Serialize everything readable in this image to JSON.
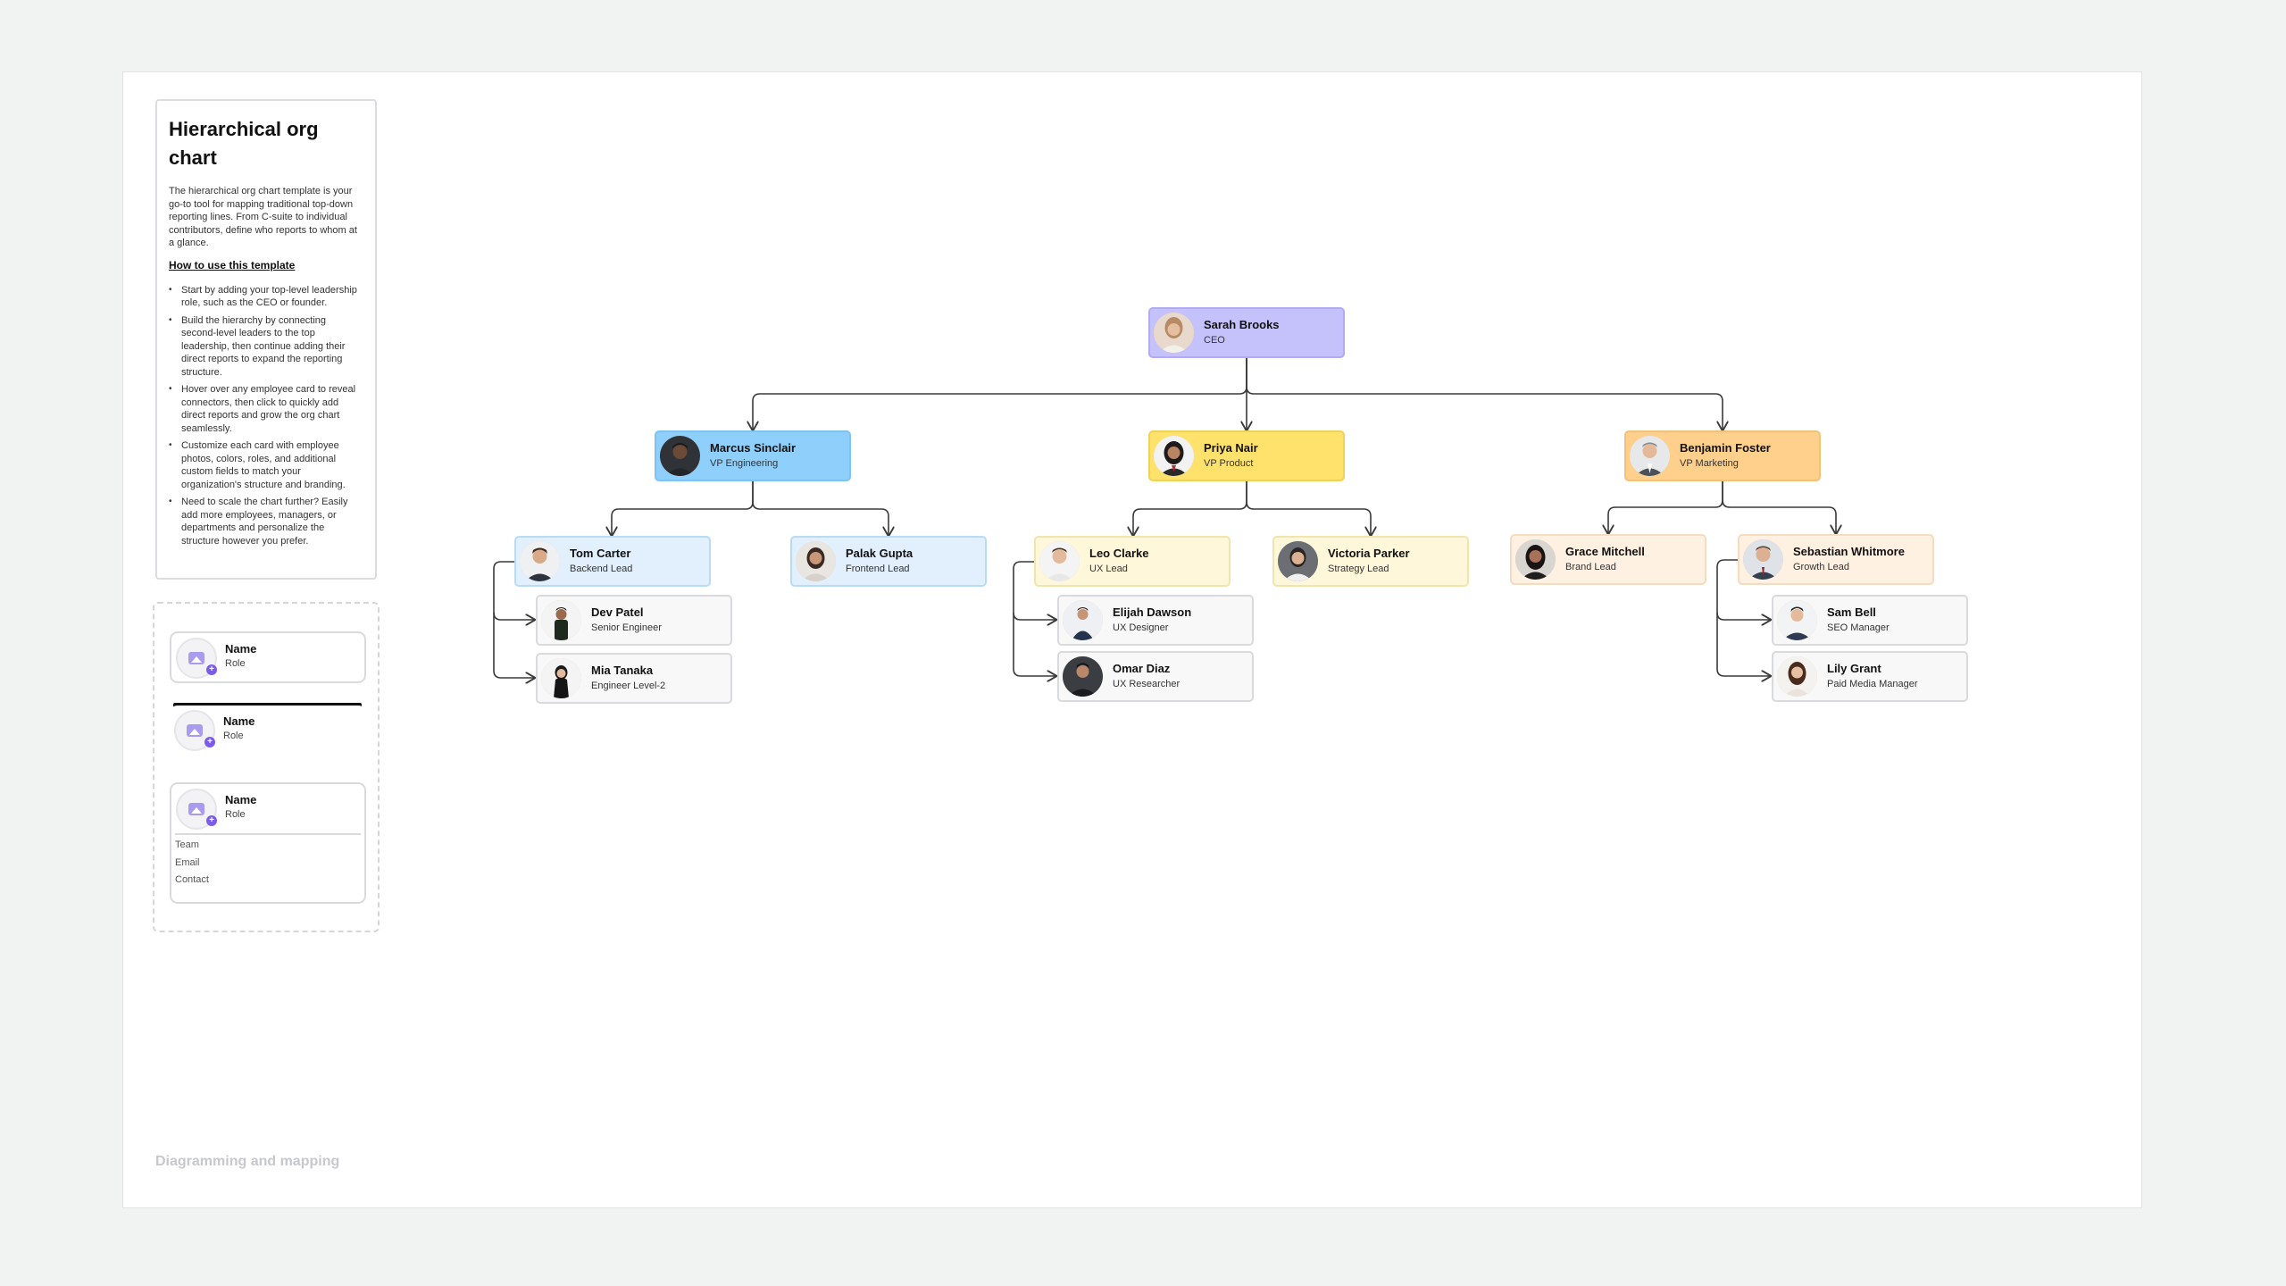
{
  "info_panel": {
    "title": "Hierarchical org chart",
    "description": "The hierarchical org chart template is your go-to tool for mapping traditional top-down reporting lines. From C-suite to individual contributors, define who reports to whom at a glance.",
    "howto_label": "How to use this template",
    "steps": [
      "Start by adding your top-level leadership role, such as the CEO or founder.",
      "Build the hierarchy by connecting second-level leaders to the top leadership, then continue adding their direct reports to expand the reporting structure.",
      "Hover over any employee card to reveal connectors, then click to quickly add direct reports and grow the org chart seamlessly.",
      "Customize each card with employee photos, colors, roles, and additional custom fields to match your organization's structure and branding.",
      "Need to scale the chart further? Easily add more employees, managers, or departments and personalize the structure however you prefer."
    ]
  },
  "legend": {
    "cards": [
      {
        "name": "Name",
        "role": "Role"
      },
      {
        "name": "Name",
        "role": "Role"
      },
      {
        "name": "Name",
        "role": "Role"
      }
    ],
    "fields": [
      "Team",
      "Email",
      "Contact"
    ]
  },
  "footer": {
    "label": "Diagramming and mapping"
  },
  "org": {
    "ceo": {
      "name": "Sarah Brooks",
      "role": "CEO"
    },
    "vps": [
      {
        "name": "Marcus Sinclair",
        "role": "VP Engineering"
      },
      {
        "name": "Priya Nair",
        "role": "VP Product"
      },
      {
        "name": "Benjamin Foster",
        "role": "VP Marketing"
      }
    ],
    "leads": [
      {
        "name": "Tom Carter",
        "role": "Backend Lead"
      },
      {
        "name": "Palak Gupta",
        "role": "Frontend Lead"
      },
      {
        "name": "Leo Clarke",
        "role": "UX Lead"
      },
      {
        "name": "Victoria Parker",
        "role": "Strategy Lead"
      },
      {
        "name": "Grace Mitchell",
        "role": "Brand Lead"
      },
      {
        "name": "Sebastian Whitmore",
        "role": "Growth Lead"
      }
    ],
    "ics": [
      {
        "name": "Dev Patel",
        "role": "Senior Engineer"
      },
      {
        "name": "Mia Tanaka",
        "role": "Engineer Level-2"
      },
      {
        "name": "Elijah Dawson",
        "role": "UX Designer"
      },
      {
        "name": "Omar Diaz",
        "role": "UX Researcher"
      },
      {
        "name": "Sam Bell",
        "role": "SEO Manager"
      },
      {
        "name": "Lily Grant",
        "role": "Paid Media Manager"
      }
    ]
  },
  "colors": {
    "ceo": "#c5c1fb",
    "vp_engineering": "#8fcffb",
    "vp_product": "#ffe26b",
    "vp_marketing": "#ffd08c",
    "connector": "#3a3a3a",
    "legend_accent": "#7a5ce8"
  }
}
